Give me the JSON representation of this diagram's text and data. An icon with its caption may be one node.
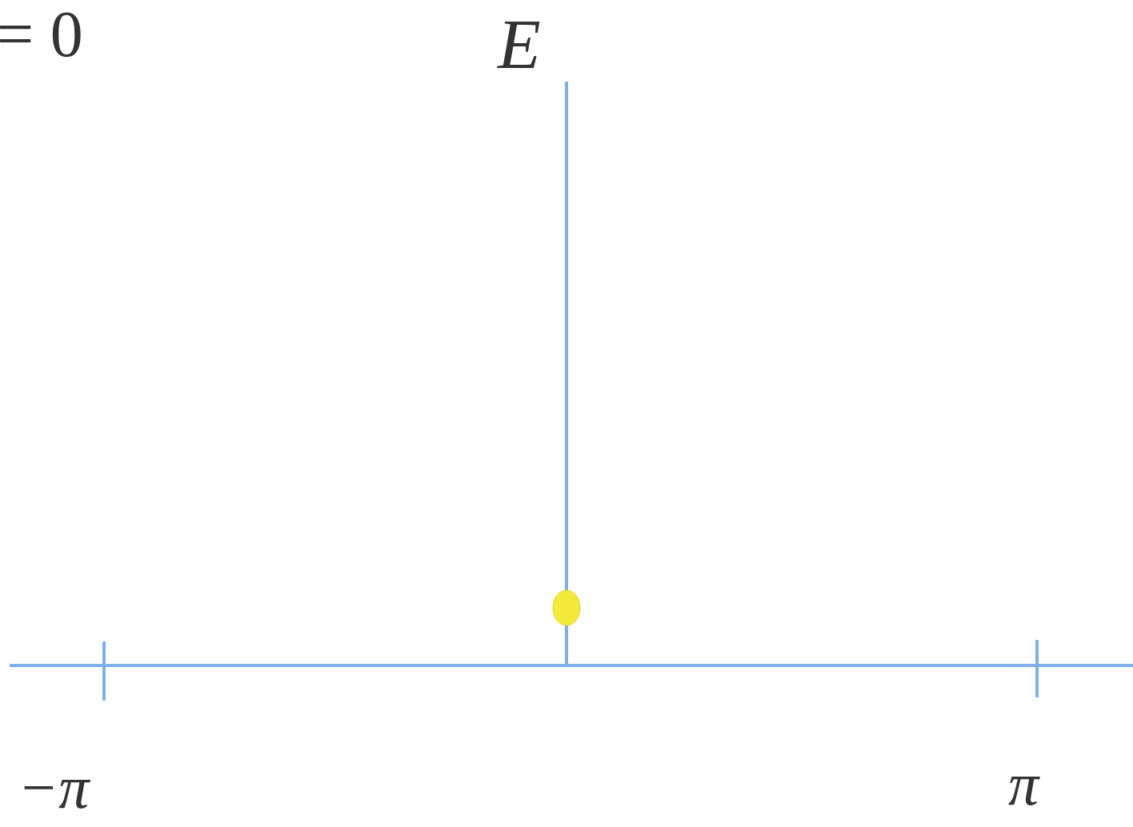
{
  "diagram": {
    "labels": [
      "= 0",
      "E",
      "−π",
      "π"
    ]
  }
}
